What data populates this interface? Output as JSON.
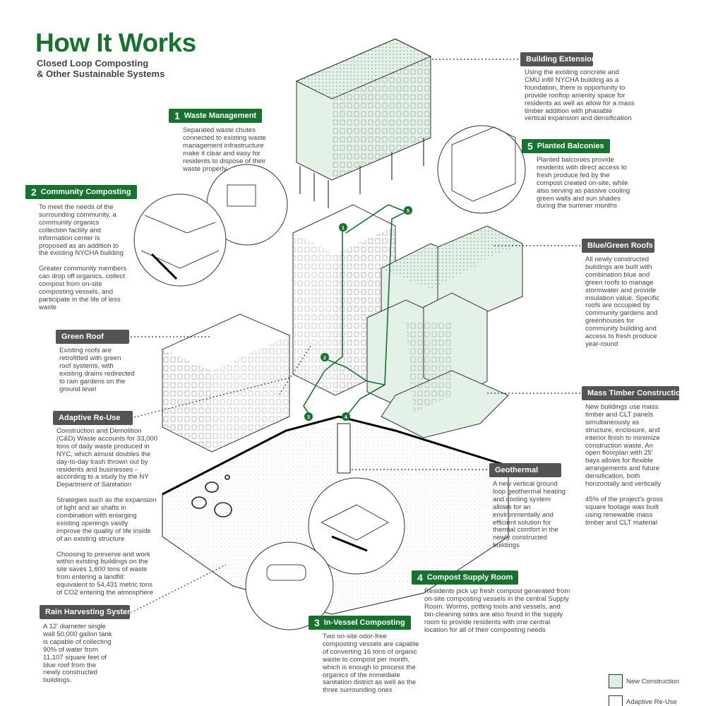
{
  "header": {
    "title": "How It Works",
    "subtitle": "Closed Loop Composting\n& Other Sustainable Systems"
  },
  "colors": {
    "accent_green": "#17722f",
    "new_construction_fill": "#dcefe1",
    "label_gray": "#545454",
    "stroke": "#333333"
  },
  "callouts": {
    "waste_management": {
      "number": "1",
      "label": "Waste Management",
      "text": "Separated waste chutes\nconnected to existing waste\nmanagement infrastructure\nmake it clear and easy for\nresidents to dispose of their\nwaste properly."
    },
    "community_composting": {
      "number": "2",
      "label": "Community Composting",
      "text": "To meet the needs of the\nsurrounding community, a\ncommunity organics\ncollection facility and\ninformation center is\nproposed as an addition to\nthe existing NYCHA building\n\nGreater community members\ncan drop off organics, collect\ncompost from on-site\ncomposting vessels, and\nparticipate in the life of less\nwaste"
    },
    "green_roof": {
      "label": "Green Roof",
      "text": "Existing roofs are\nretrofitted with green\nroof systems, with\nexisting drains redirected\nto rain gardens on the\nground level"
    },
    "adaptive_reuse": {
      "label": "Adaptive Re-Use",
      "text": "Construction and Demolition\n(C&D) Waste accounts for 33,000\ntons of daily waste produced in\nNYC, which almost doubles the\nday-to-day trash thrown out by\nresidents and businesses -\naccording to a study by the NY\nDepartment of Sanitation\n\nStrategies such as the expansion\nof light and air shafts in\ncombination with enlarging\nexisting openings vastly\nimprove the quality of life inside\nof an existing structure\n\nChoosing to preserve and work\nwithin existing buildings on the\nsite saves 1,600 tons of waste\nfrom entering a landfill:\nequivalent to 54,431 metric tons\nof CO2 entering the atmosphere"
    },
    "rain_harvesting": {
      "label": "Rain Harvesting System",
      "text": "A 12' diameter single\nwall 50,000 gallon tank\nis capable of collecting\n90% of water from\n11,107 square feet of\nblue roof from the\nnewly constructed\nbuildings."
    },
    "in_vessel_composting": {
      "number": "3",
      "label": "In-Vessel Composting",
      "text": "Two on-site odor-free\ncomposting vessels are capable\nof converting 16 tons of organic\nwaste to compost per month,\nwhich is enough to process the\norganics of the immediate\nsanitation district as well as the\nthree surrounding ones"
    },
    "compost_supply_room": {
      "number": "4",
      "label": "Compost Supply Room",
      "text": "Residents pick up fresh compost generated from\non-site composting vessels in the central Supply\nRoom. Worms, potting tools and vessels, and\nbin-cleaning sinks are also found in the supply\nroom to provide residents with one central\nlocation for all of their composting needs"
    },
    "geothermal": {
      "label": "Geothermal",
      "text": "A new vertical ground\nloop geothermal heating\nand cooling system\nallows for an\nenvironmentally and\nefficient solution for\nthermal comfort in the\nnewly constructed\nbuildings"
    },
    "mass_timber": {
      "label": "Mass Timber Construction",
      "text": "New buildings use mass\ntimber and CLT panels\nsimultaneously as\nstructure, enclosure, and\ninterior finish to minimize\nconstruction waste. An\nopen floorplan with 25'\nbays allows for flexible\narrangements and future\ndensification, both\nhorizontally and vertically\n\n45% of the project's gross\nsquare footage was built\nusing renewable mass\ntimber  and CLT material"
    },
    "blue_green_roofs": {
      "label": "Blue/Green Roofs",
      "text": "All newly constructed\nbuildings are built with\ncombination blue and\ngreen roofs to manage\nstormwater and provide\ninsulation value. Specific\nroofs are occupied by\ncommunity gardens and\ngreenhouses for\ncommunity building and\naccess to fresh produce\nyear-round"
    },
    "planted_balconies": {
      "number": "5",
      "label": "Planted Balconies",
      "text": "Planted balconies provide\nresidents with direct access to\nfresh produce fed by the\ncompost created on-site, while\nalso serving as passive cooling\ngreen walls and sun shades\nduring the summer months"
    },
    "building_extension": {
      "label": "Building Extension",
      "text": "Using the existing concrete and\nCMU infill NYCHA building as a\nfoundation, there is opportunity to\nprovide rooftop amenity space for\nresidents as well as allow for a mass\ntimber addition with phasable\nvertical expansion and densification"
    }
  },
  "diagram_markers": [
    "1",
    "2",
    "3",
    "4",
    "5"
  ],
  "legend": {
    "new_construction": "New Construction",
    "adaptive_reuse": "Adaptive Re-Use"
  }
}
